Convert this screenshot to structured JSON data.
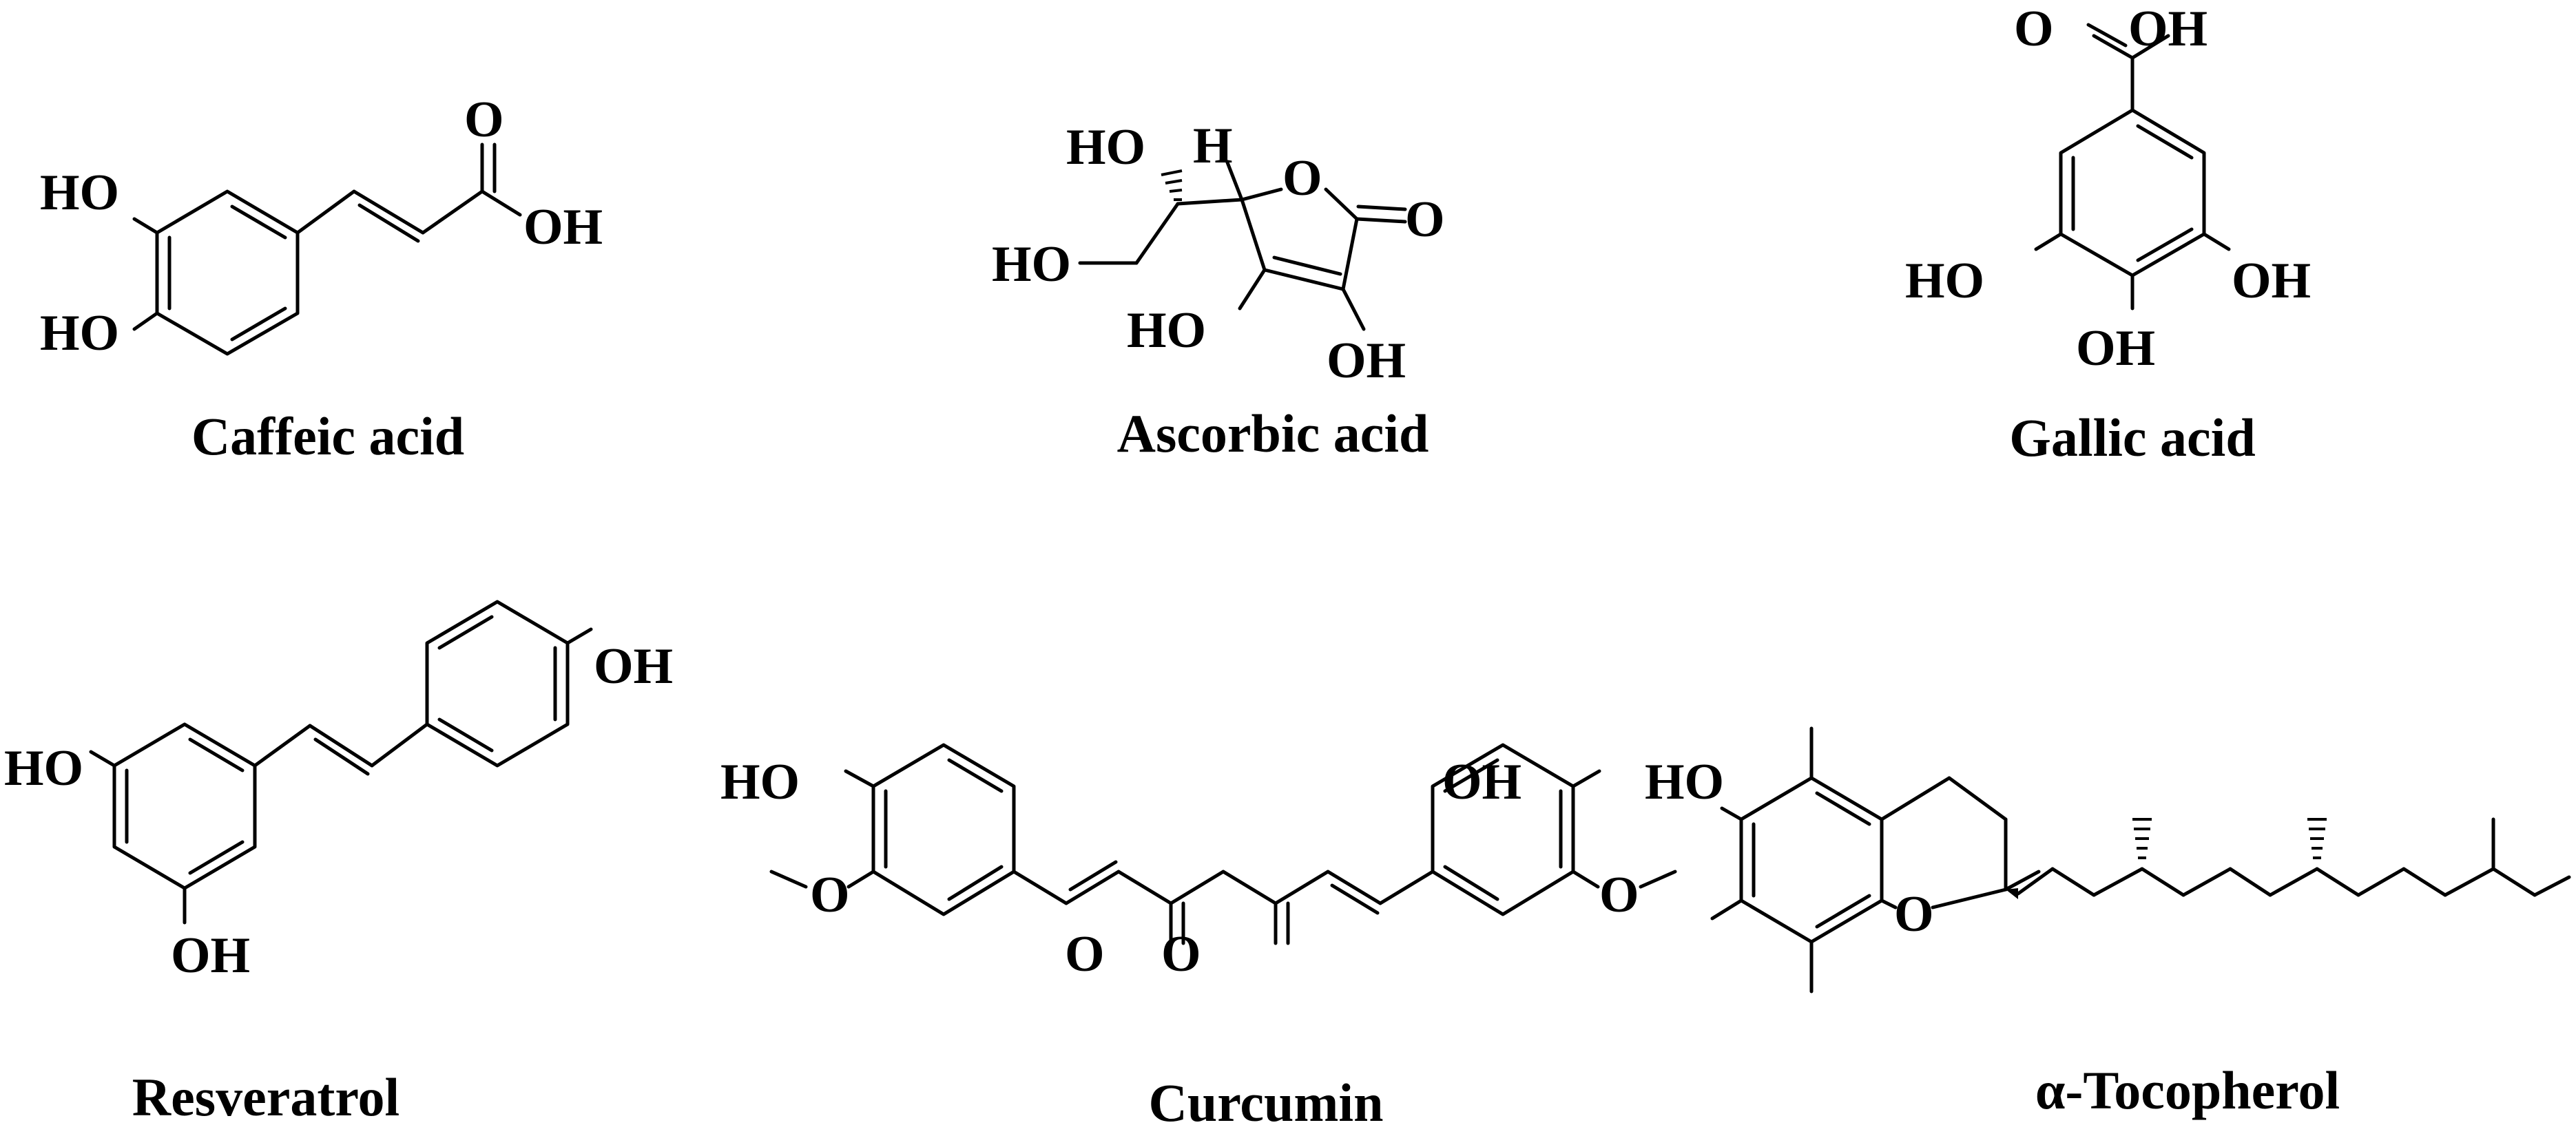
{
  "molecules": [
    {
      "name": "Caffeic acid",
      "labels": {
        "ho1": "HO",
        "ho2": "HO",
        "o": "O",
        "oh": "OH"
      }
    },
    {
      "name": "Ascorbic acid",
      "labels": {
        "ho1": "HO",
        "h": "H",
        "o_ring": "O",
        "o_carb": "O",
        "ho2": "HO",
        "ho3": "HO",
        "oh": "OH"
      }
    },
    {
      "name": "Gallic acid",
      "labels": {
        "o": "O",
        "oh_top": "OH",
        "ho": "HO",
        "oh_r": "OH",
        "oh_b": "OH"
      }
    },
    {
      "name": "Resveratrol",
      "labels": {
        "oh_top": "OH",
        "ho": "HO",
        "oh_b": "OH"
      }
    },
    {
      "name": "Curcumin",
      "labels": {
        "ho": "HO",
        "o_me_l": "O",
        "o1": "O",
        "o2": "O",
        "oh": "OH",
        "o_me_r": "O"
      }
    },
    {
      "name": "α-Tocopherol",
      "labels": {
        "ho": "HO",
        "o": "O"
      }
    }
  ]
}
